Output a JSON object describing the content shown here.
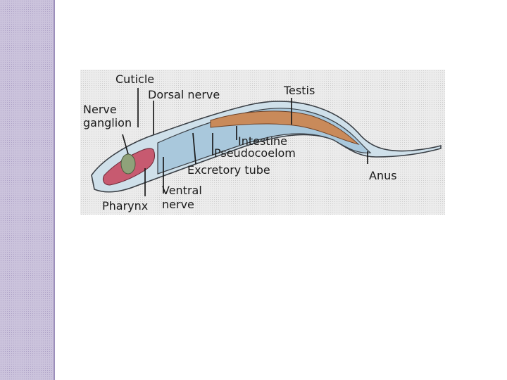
{
  "diagram": {
    "labels": {
      "cuticle": "Cuticle",
      "dorsal_nerve": "Dorsal nerve",
      "testis": "Testis",
      "nerve_ganglion_line1": "Nerve",
      "nerve_ganglion_line2": "ganglion",
      "intestine": "Intestine",
      "pseudocoelom": "Pseudocoelom",
      "excretory_tube": "Excretory tube",
      "anus": "Anus",
      "ventral_nerve_line1": "Ventral",
      "ventral_nerve_line2": "nerve",
      "pharynx": "Pharynx"
    },
    "colors": {
      "side_bar": "#cbc3dc",
      "panel": "#ececec",
      "body_fill": "#cfe0ea",
      "cavity_fill": "#a9c8dc",
      "intestine_fill": "#c98a5a",
      "pharynx_fill": "#c75a70",
      "ganglion_fill": "#8fa27a",
      "outline": "#3a3f45"
    }
  }
}
